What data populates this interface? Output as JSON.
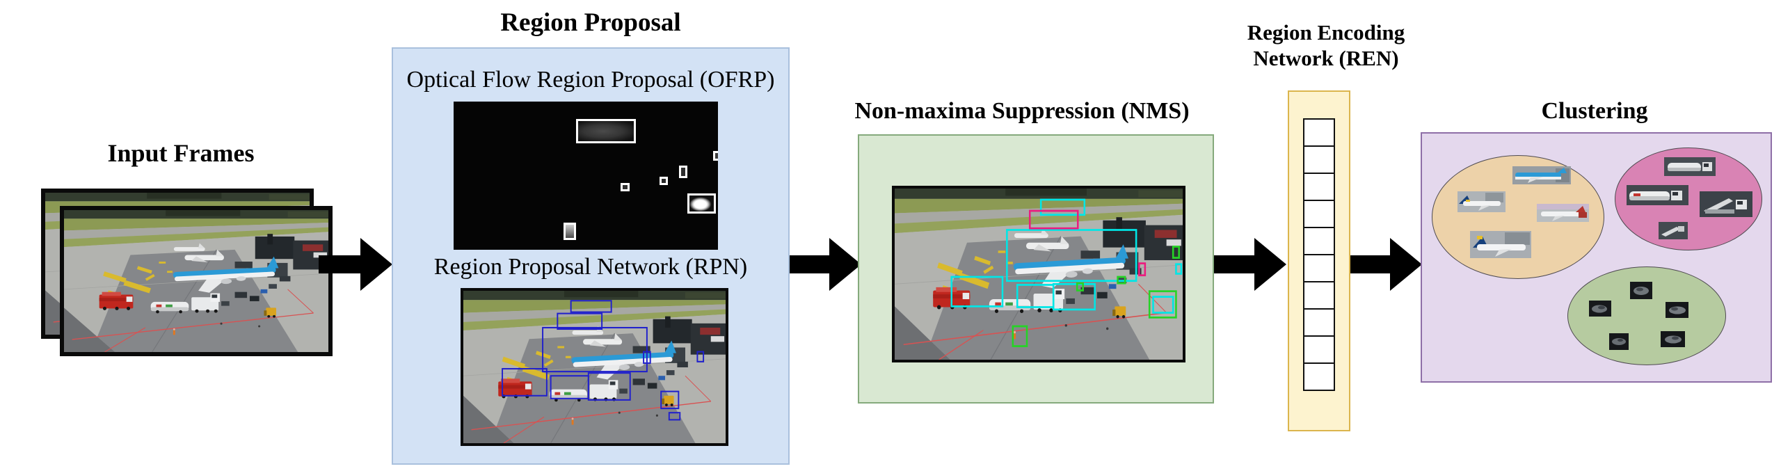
{
  "diagram": {
    "input": {
      "title": "Input Frames",
      "frame_count": 2
    },
    "region_proposal": {
      "title": "Region Proposal",
      "ofrp_label": "Optical Flow Region Proposal (OFRP)",
      "rpn_label": "Region Proposal Network (RPN)"
    },
    "nms": {
      "title": "Non-maxima Suppression (NMS)"
    },
    "ren": {
      "title_line1": "Region Encoding",
      "title_line2": "Network (REN)",
      "vector_cells": 10
    },
    "clustering": {
      "title": "Clustering",
      "clusters": [
        {
          "name": "airplanes-cluster",
          "color": "#edd2a9",
          "item_count": 4
        },
        {
          "name": "trucks-cluster",
          "color": "#d983b4",
          "item_count": 4
        },
        {
          "name": "cars-cluster",
          "color": "#b6cba0",
          "item_count": 5
        }
      ]
    },
    "colors": {
      "region_proposal_bg": "#d3e2f5",
      "region_proposal_border": "#a9c0dd",
      "nms_bg": "#d9e8d2",
      "nms_border": "#85aa7c",
      "ren_bg": "#fdf3cf",
      "ren_border": "#dbb54d",
      "clustering_bg": "#e4d8ed",
      "clustering_border": "#8e6fa7",
      "arrow": "#000000",
      "rpn_box": "#2020cc",
      "nms_box_cyan": "#00e6e6",
      "nms_box_magenta": "#ea1d7f",
      "nms_box_green": "#26d326",
      "ofrp_box": "#ffffff"
    }
  }
}
